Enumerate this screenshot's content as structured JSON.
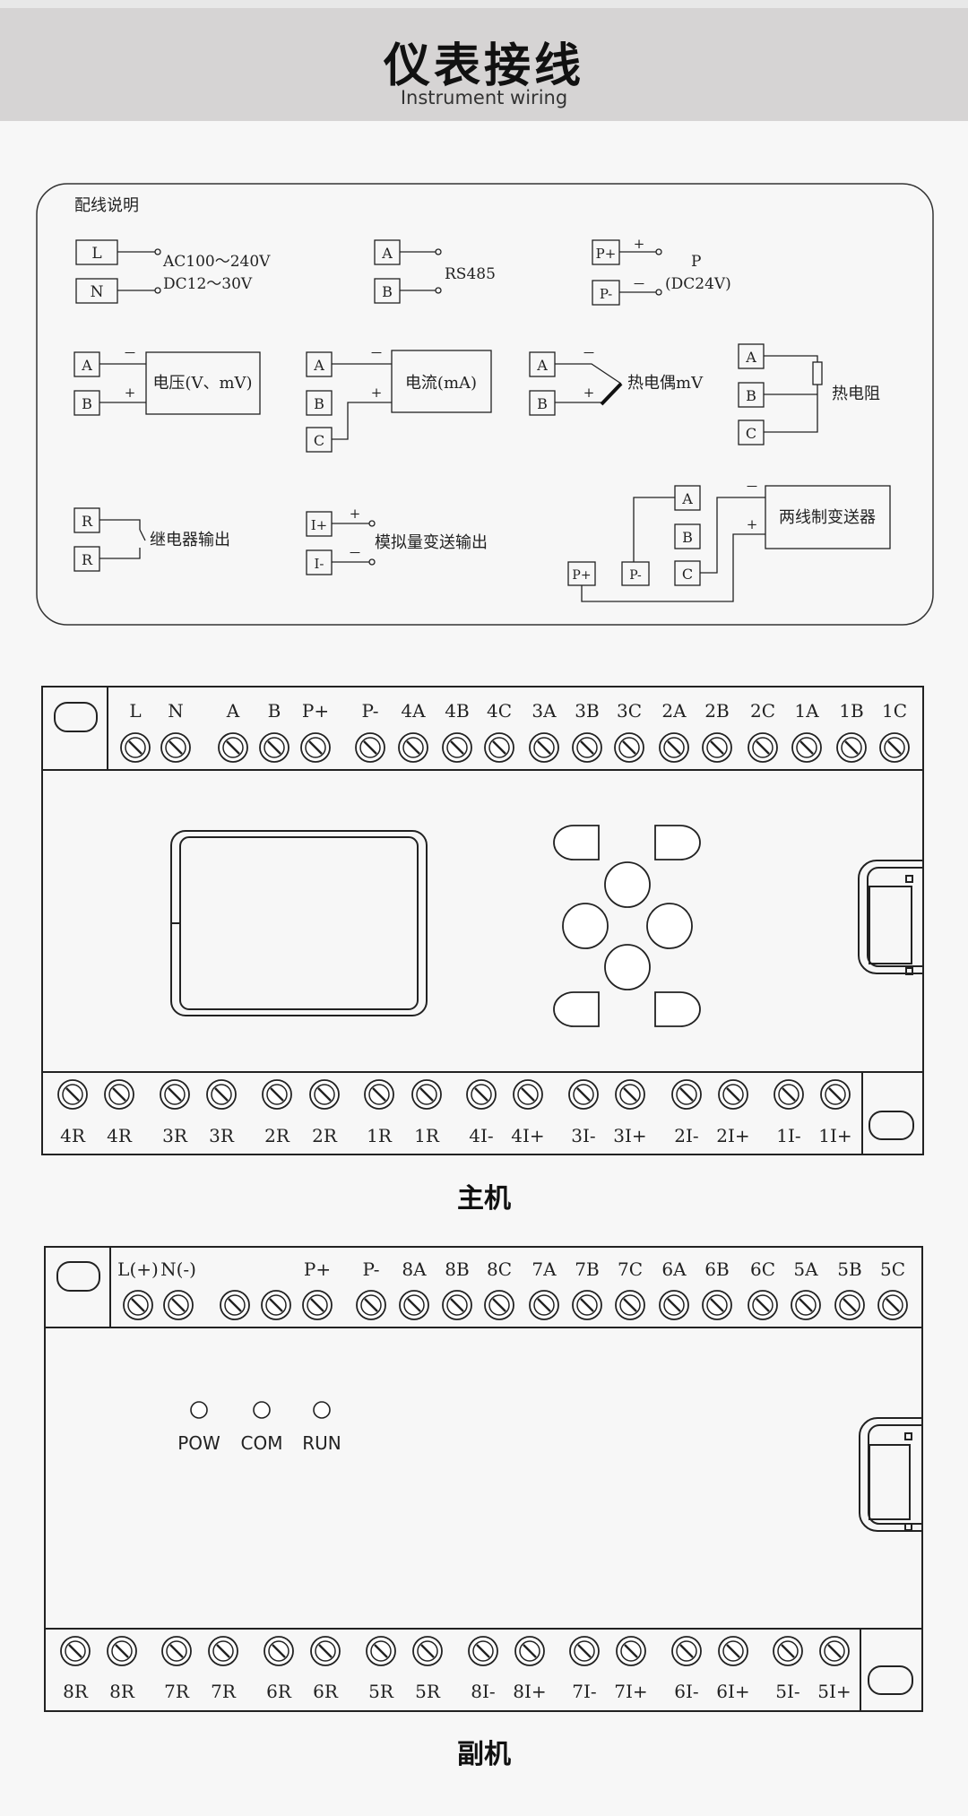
{
  "header": {
    "title": "仪表接线",
    "subtitle": "Instrument wiring"
  },
  "legend": {
    "title": "配线说明",
    "power": {
      "l": "L",
      "n": "N",
      "ac": "AC100～240V",
      "dc": "DC12～30V"
    },
    "rs485": {
      "a": "A",
      "b": "B",
      "label": "RS485"
    },
    "psupply": {
      "pplus": "P+",
      "pminus": "P-",
      "plus": "+",
      "minus": "－",
      "p": "P",
      "dc": "(DC24V)"
    },
    "voltage": {
      "a": "A",
      "b": "B",
      "minus": "－",
      "plus": "+",
      "label": "电压(V、mV)"
    },
    "current": {
      "a": "A",
      "b": "B",
      "c": "C",
      "minus": "－",
      "plus": "+",
      "label": "电流(mA)"
    },
    "thermocouple": {
      "a": "A",
      "b": "B",
      "minus": "－",
      "plus": "+",
      "label": "热电偶mV"
    },
    "rtd": {
      "a": "A",
      "b": "B",
      "c": "C",
      "label": "热电阻"
    },
    "relay": {
      "r1": "R",
      "r2": "R",
      "label": "继电器输出"
    },
    "analog": {
      "iplus": "I+",
      "iminus": "I-",
      "plus": "+",
      "minus": "－",
      "label": "模拟量变送输出"
    },
    "twowire": {
      "a": "A",
      "b": "B",
      "c": "C",
      "pplus": "P+",
      "pminus": "P-",
      "minus": "－",
      "plus": "+",
      "label": "两线制变送器"
    }
  },
  "main_unit": {
    "top_labels": [
      "L",
      "N",
      "A",
      "B",
      "P+",
      "P-",
      "4A",
      "4B",
      "4C",
      "3A",
      "3B",
      "3C",
      "2A",
      "2B",
      "2C",
      "1A",
      "1B",
      "1C"
    ],
    "bottom_labels": [
      "4R",
      "4R",
      "3R",
      "3R",
      "2R",
      "2R",
      "1R",
      "1R",
      "4I-",
      "4I+",
      "3I-",
      "3I+",
      "2I-",
      "2I+",
      "1I-",
      "1I+"
    ],
    "caption": "主机"
  },
  "sub_unit": {
    "top_labels": [
      "L(+)",
      "N(-)",
      "",
      "",
      "P+",
      "P-",
      "8A",
      "8B",
      "8C",
      "7A",
      "7B",
      "7C",
      "6A",
      "6B",
      "6C",
      "5A",
      "5B",
      "5C"
    ],
    "bottom_labels": [
      "8R",
      "8R",
      "7R",
      "7R",
      "6R",
      "6R",
      "5R",
      "5R",
      "8I-",
      "8I+",
      "7I-",
      "7I+",
      "6I-",
      "6I+",
      "5I-",
      "5I+"
    ],
    "leds": [
      "POW",
      "COM",
      "RUN"
    ],
    "caption": "副机"
  }
}
